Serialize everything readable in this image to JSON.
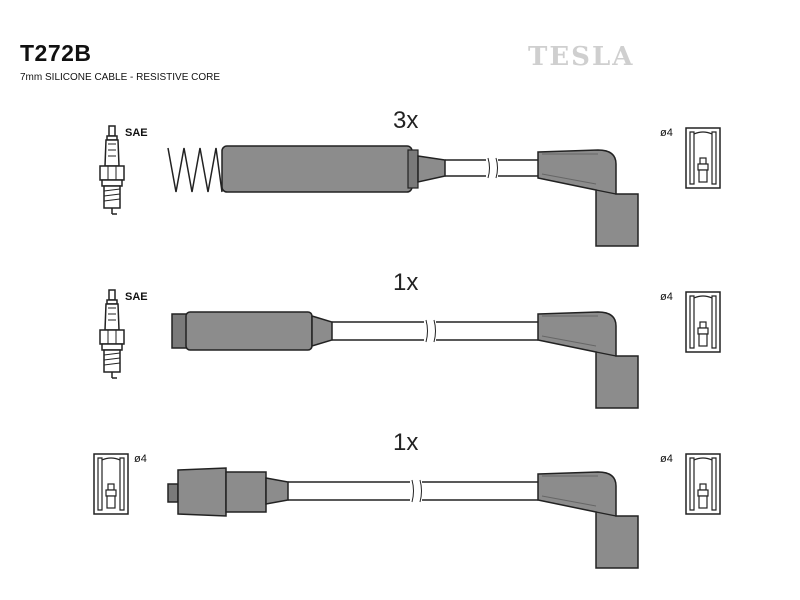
{
  "header": {
    "code": "T272B",
    "subtitle": "7mm SILICONE CABLE - RESISTIVE CORE",
    "brand": "TESLA"
  },
  "rows": [
    {
      "quantity": "3x",
      "left_label": "SAE",
      "right_label": "ø4"
    },
    {
      "quantity": "1x",
      "left_label": "SAE",
      "right_label": "ø4"
    },
    {
      "quantity": "1x",
      "left_label": "ø4",
      "right_label": "ø4"
    }
  ],
  "colors": {
    "boot": "#8c8c8c",
    "boot_dark": "#7a7a7a",
    "line": "#222222",
    "brand": "#cfcfcf"
  }
}
